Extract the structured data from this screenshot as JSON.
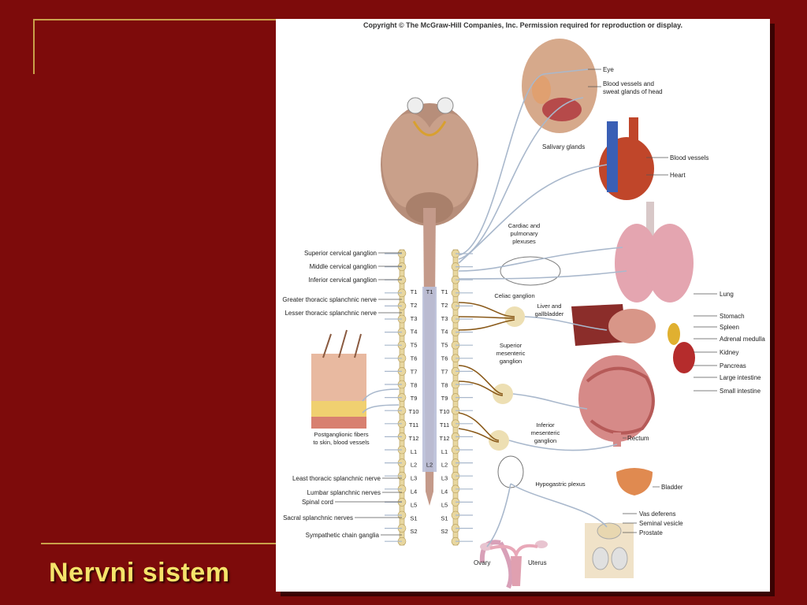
{
  "slide": {
    "title": "Nervni sistem"
  },
  "figure": {
    "copyright": "Copyright © The McGraw-Hill Companies, Inc. Permission required for reproduction or display.",
    "left_labels": [
      "Superior cervical ganglion",
      "Middle cervical ganglion",
      "Inferior cervical ganglion",
      "Greater thoracic splanchnic nerve",
      "Lesser thoracic splanchnic nerve",
      "Postganglionic fibers",
      "to skin, blood vessels",
      "Least thoracic splanchnic nerve",
      "Lumbar splanchnic nerves",
      "Spinal cord",
      "Sacral splanchnic nerves",
      "Sympathetic chain ganglia"
    ],
    "right_labels": [
      "Eye",
      "Blood vessels and",
      "sweat glands of head",
      "Salivary glands",
      "Blood vessels",
      "Heart",
      "Lung",
      "Stomach",
      "Spleen",
      "Adrenal medulla",
      "Kidney",
      "Pancreas",
      "Large intestine",
      "Small intestine",
      "Rectum",
      "Bladder",
      "Vas deferens",
      "Seminal vesicle",
      "Prostate",
      "Ovary",
      "Uterus"
    ],
    "center_labels": [
      "Cardiac and",
      "pulmonary",
      "plexuses",
      "Celiac ganglion",
      "Liver and",
      "gallbladder",
      "Superior",
      "mesenteric",
      "ganglion",
      "Inferior",
      "mesenteric",
      "ganglion",
      "Hypogastric plexus"
    ],
    "segments": [
      "T1",
      "T2",
      "T3",
      "T4",
      "T5",
      "T6",
      "T7",
      "T8",
      "T9",
      "T10",
      "T11",
      "T12",
      "L1",
      "L2",
      "L3",
      "L4",
      "L5",
      "S1",
      "S2"
    ],
    "cord_segments": [
      "T1",
      "L2"
    ]
  },
  "colors": {
    "background": "#7d0b0b",
    "accent_line": "#c9a14a",
    "title": "#f5e36a",
    "nerve": "#a9b8cc",
    "fiber": "#8a5a1a",
    "ganglion": "#e8d7a0"
  }
}
